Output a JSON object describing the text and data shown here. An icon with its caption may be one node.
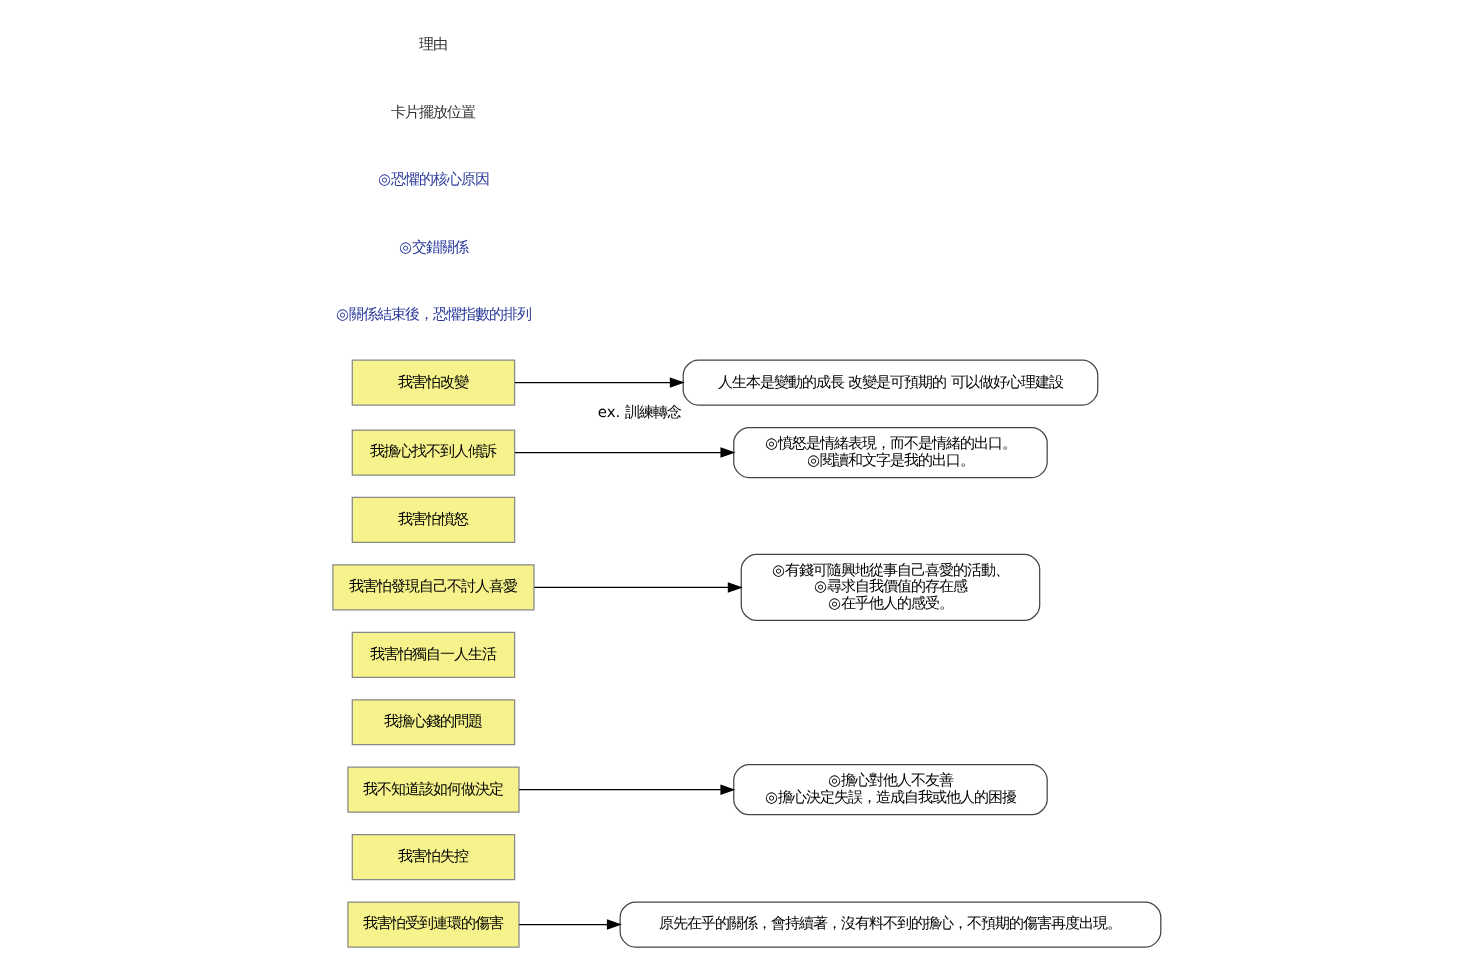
{
  "diagram": {
    "nodes": [
      {
        "text": [
          "我害怕受到連環的傷害"
        ]
      },
      {
        "text": [
          "我害怕失控"
        ]
      },
      {
        "text": [
          "我不知道該如何做決定"
        ]
      },
      {
        "text": [
          "我擔心錢的問題"
        ]
      },
      {
        "text": [
          "我害怕獨自一人生活"
        ]
      },
      {
        "text": [
          "我害怕發現自己不討人喜愛"
        ]
      },
      {
        "text": [
          "我害怕憤怒"
        ]
      },
      {
        "text": [
          "我擔心找不到人傾訴"
        ]
      },
      {
        "text": [
          "我害怕改變"
        ]
      },
      {
        "text": [
          "原先在乎的關係，會持續著，沒有料不到的擔心，不預期的傷害再度出現。"
        ]
      },
      {
        "text": [
          "◎擔心對他人不友善",
          "◎擔心決定失誤，造成自我或他人的困擾"
        ]
      },
      {
        "text": [
          "◎有錢可隨興地從事自己喜愛的活動、",
          "◎尋求自我價值的存在感",
          "◎在乎他人的感受。"
        ]
      },
      {
        "text": [
          "◎憤怒是情緒表現，而不是情緒的出口。",
          "◎閱讀和文字是我的出口。"
        ]
      },
      {
        "text": [
          "人生本是變動的成長 改變是可預期的 可以做好心理建設"
        ],
        "beside": [
          "ex. 訓練轉念"
        ]
      }
    ],
    "edges": [
      {
        "from": 0,
        "to": 9,
        "arrow": "to"
      },
      {
        "from": 2,
        "to": 10,
        "arrow": "to"
      },
      {
        "from": 5,
        "to": 11,
        "arrow": "to"
      },
      {
        "from": 7,
        "to": 12,
        "arrow": "to"
      },
      {
        "from": 8,
        "to": 13,
        "arrow": "to"
      }
    ],
    "labels": [
      "◎關係結束後，恐懼指數的排列",
      "◎交錯關係",
      "◎恐懼的核心原因",
      "卡片擺放位置",
      "理由"
    ]
  }
}
